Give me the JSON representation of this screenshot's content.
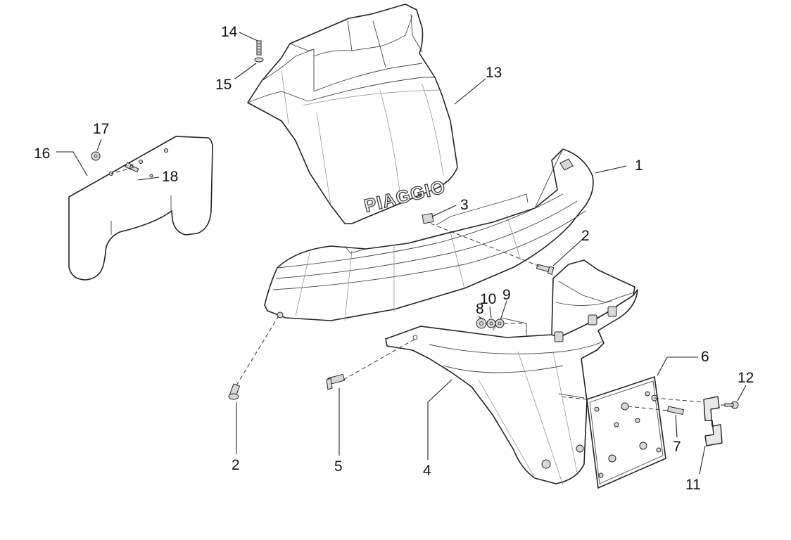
{
  "brand_logo": "PIAGGIO",
  "callouts": {
    "c1": "1",
    "c2_upper": "2",
    "c2_lower": "2",
    "c3": "3",
    "c4": "4",
    "c5": "5",
    "c6": "6",
    "c7": "7",
    "c8": "8",
    "c9": "9",
    "c10": "10",
    "c11": "11",
    "c12": "12",
    "c13": "13",
    "c14": "14",
    "c15": "15",
    "c16": "16",
    "c17": "17",
    "c18": "18"
  }
}
